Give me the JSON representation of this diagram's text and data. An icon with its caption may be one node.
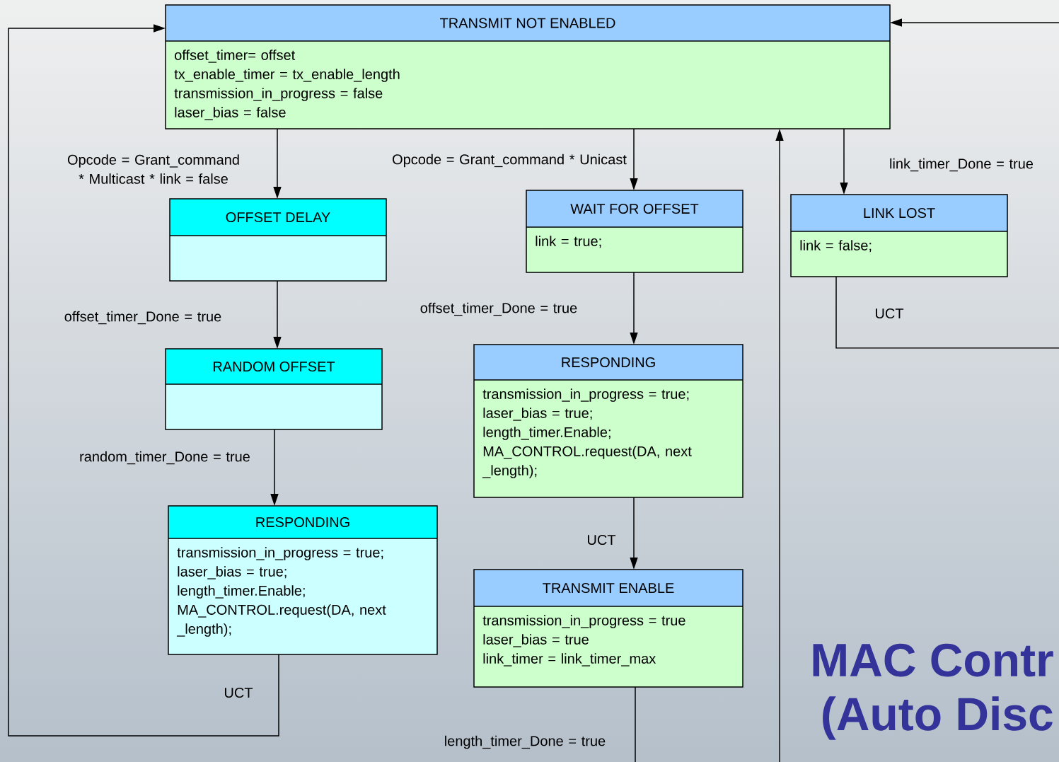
{
  "diagram": {
    "nodes": [
      {
        "text": [
          "TRANSMIT NOT ENABLED",
          "offset_timer= offset",
          "tx_enable_timer = tx_enable_length",
          "transmission_in_progress = false",
          "laser_bias = false"
        ]
      },
      {
        "text": [
          "OFFSET DELAY"
        ]
      },
      {
        "text": [
          "RANDOM OFFSET"
        ]
      },
      {
        "text": [
          "RESPONDING",
          "transmission_in_progress = true;",
          "laser_bias = true;",
          "length_timer.Enable;",
          "MA_CONTROL.request(DA, next _length);"
        ]
      },
      {
        "text": [
          "WAIT FOR OFFSET",
          "link = true;"
        ]
      },
      {
        "text": [
          "RESPONDING",
          "transmission_in_progress = true;",
          "laser_bias = true;",
          "length_timer.Enable;",
          "MA_CONTROL.request(DA, next _length);"
        ]
      },
      {
        "text": [
          "TRANSMIT ENABLE",
          "transmission_in_progress = true",
          "laser_bias = true",
          "link_timer = link_timer_max"
        ]
      },
      {
        "text": [
          "LINK LOST",
          "link = false;"
        ]
      }
    ],
    "edges": [
      {
        "from": 0,
        "to": 1,
        "arrow": "to",
        "label": "Opcode = Grant_command * Multicast * link = false"
      },
      {
        "from": 1,
        "to": 2,
        "arrow": "to",
        "label": "offset_timer_Done = true"
      },
      {
        "from": 2,
        "to": 3,
        "arrow": "to",
        "label": "random_timer_Done = true"
      },
      {
        "from": 3,
        "to": 0,
        "arrow": "to",
        "label": "UCT"
      },
      {
        "from": 0,
        "to": 4,
        "arrow": "to",
        "label": "Opcode = Grant_command * Unicast"
      },
      {
        "from": 4,
        "to": 5,
        "arrow": "to",
        "label": "offset_timer_Done = true"
      },
      {
        "from": 5,
        "to": 6,
        "arrow": "to",
        "label": "UCT"
      },
      {
        "from": 6,
        "to": null,
        "arrow": "none",
        "label": "length_timer_Done = true"
      },
      {
        "from": null,
        "to": 0,
        "arrow": "to"
      },
      {
        "from": 0,
        "to": 7,
        "arrow": "to",
        "label": "link_timer_Done = true"
      },
      {
        "from": 7,
        "to": null,
        "arrow": "none",
        "label": "UCT"
      },
      {
        "from": null,
        "to": 0,
        "arrow": "to"
      }
    ],
    "labels": [
      "MAC Contr",
      "(Auto Disc"
    ]
  }
}
